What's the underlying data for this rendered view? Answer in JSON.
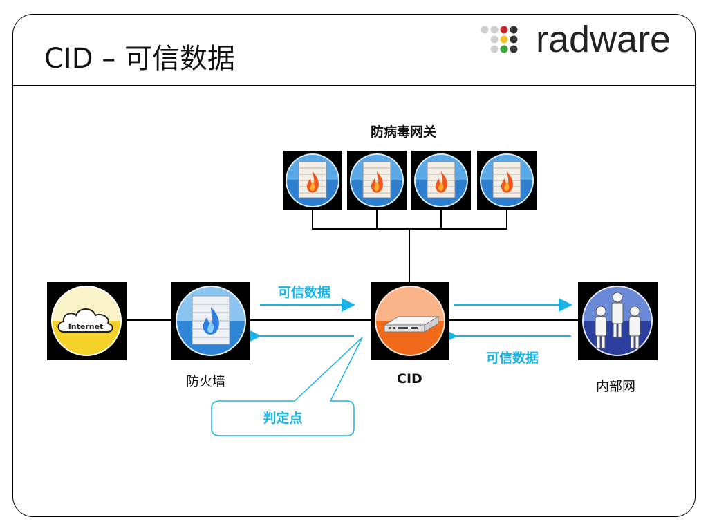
{
  "slide": {
    "title": "CID – 可信数据",
    "brand": "radware"
  },
  "colors": {
    "accent": "#18b4e6",
    "frame": "#000000",
    "cid_orange": "#f06a1a",
    "firewall_blue": "#3a8fd6",
    "internet_yellow": "#f4d22a",
    "lan_blue": "#2a3f9e"
  },
  "nodes": {
    "av_gateway_group": {
      "label": "防病毒网关",
      "icons": [
        "firewall-icon",
        "firewall-icon",
        "firewall-icon",
        "firewall-icon"
      ]
    },
    "internet": {
      "icon_text": "Internet",
      "icon": "cloud-icon"
    },
    "firewall": {
      "label": "防火墙",
      "icon": "firewall-icon"
    },
    "cid": {
      "label": "CID",
      "icon": "appliance-icon"
    },
    "lan": {
      "label": "内部网",
      "icon": "users-icon"
    }
  },
  "flows": {
    "left_label": "可信数据",
    "right_label": "可信数据"
  },
  "callout": {
    "text": "判定点"
  }
}
